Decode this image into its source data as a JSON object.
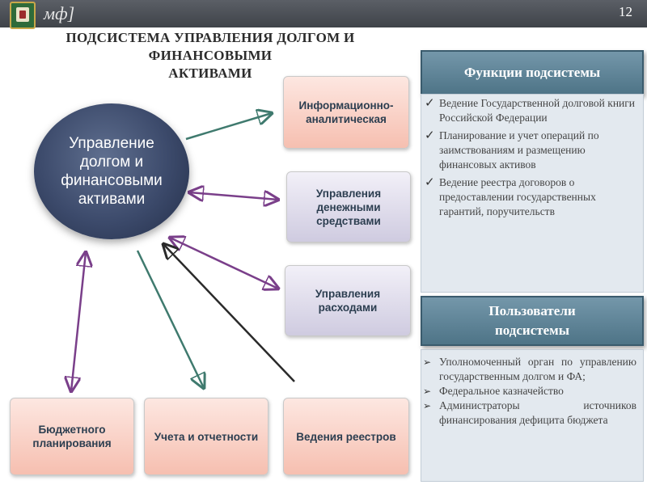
{
  "header": {
    "brand": "мф]",
    "page_number": "12",
    "emblem_icon": "coat-of-arms-icon"
  },
  "title": {
    "line1": "ПОДСИСТЕМА УПРАВЛЕНИЯ ДОЛГОМ И ФИНАНСОВЫМИ",
    "line2": "АКТИВАМИ"
  },
  "center": {
    "label": "Управление долгом и финансовыми активами"
  },
  "modules": {
    "info": "Информационно-аналитическая",
    "cash": "Управления денежными средствами",
    "expenses": "Управления расходами",
    "budget": "Бюджетного планирования",
    "accounting": "Учета и отчетности",
    "registers": "Ведения реестров"
  },
  "functions": {
    "title": "Функции подсистемы",
    "items": [
      "Ведение Государственной долговой книги Российской Федерации",
      "Планирование и учет операций по заимствованиям и размещению финансовых активов",
      "Ведение реестра договоров о предоставлении государственных гарантий, поручительств"
    ]
  },
  "users": {
    "title": "Пользователи подсистемы",
    "items": [
      "Уполномоченный орган по управлению государственным долгом и ФА;",
      "Федеральное казначейство",
      "Администраторы источников финансирования дефицита бюджета"
    ]
  },
  "colors": {
    "circle": "#3c4a6b",
    "arrow_teal": "#3f7a6e",
    "arrow_purple": "#7a3f8a",
    "arrow_dark": "#2a2a2a",
    "panel_head": "#5f8597",
    "pink_box": "#f6bfb0",
    "lavender_box": "#cfcbe0"
  }
}
